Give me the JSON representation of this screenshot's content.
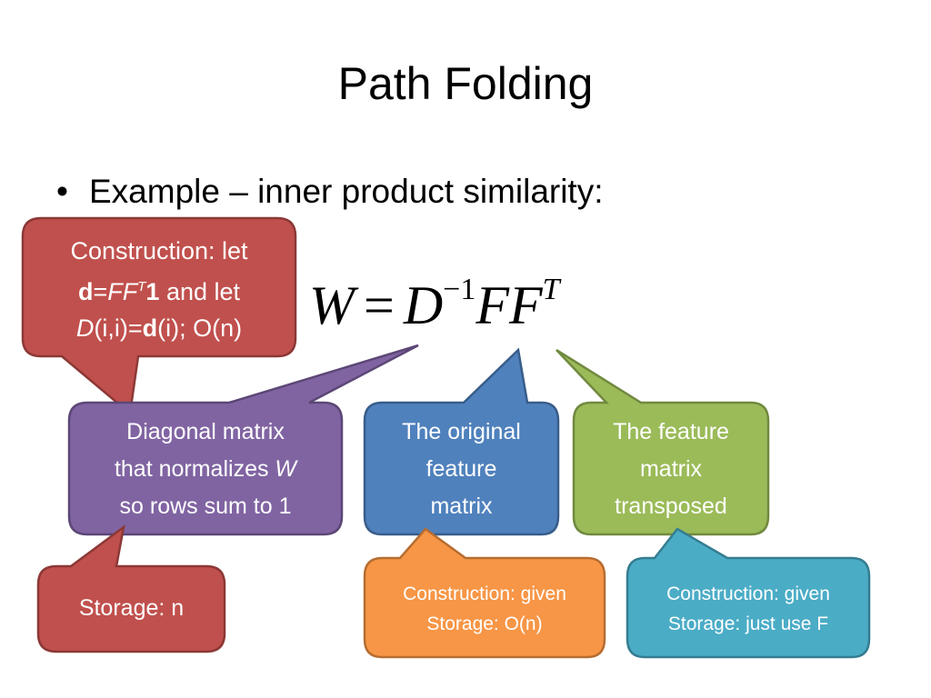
{
  "slide": {
    "title": "Path Folding",
    "bullet": "Example – inner product similarity:"
  },
  "formula": {
    "lhs": "W",
    "eq": "=",
    "d": "D",
    "d_exp": "−1",
    "f": "FF",
    "f_exp": "T"
  },
  "callouts": {
    "construction_d": {
      "line1": "Construction: let",
      "d": "d",
      "eq": "=",
      "ff": "FF",
      "ff_sup": "T",
      "one": "1",
      "and_let": " and let",
      "D": "D",
      "ii": "(i,i)=",
      "d2": "d",
      "tail": "(i); O(n)"
    },
    "diagonal": {
      "line1": "Diagonal matrix",
      "line2a": "that normalizes ",
      "line2b": "W",
      "line3": "so rows sum to 1"
    },
    "original": {
      "line1": "The original",
      "line2": "feature",
      "line3": "matrix"
    },
    "transposed": {
      "line1": "The feature",
      "line2": "matrix",
      "line3": "transposed"
    },
    "storage_n": {
      "line1": "Storage: n"
    },
    "storage_on": {
      "line1": "Construction: given",
      "line2": "Storage: O(n)"
    },
    "storage_f": {
      "line1": "Construction: given",
      "line2": "Storage: just use F"
    }
  },
  "colors": {
    "red": "#c0504d",
    "red_border": "#8c3836",
    "purple": "#8064a2",
    "purple_border": "#5c4776",
    "blue": "#4f81bd",
    "blue_border": "#385d8a",
    "green": "#9bbb59",
    "green_border": "#71893f",
    "orange": "#f79646",
    "orange_border": "#b66d31",
    "teal": "#4bacc6",
    "teal_border": "#357d91"
  }
}
